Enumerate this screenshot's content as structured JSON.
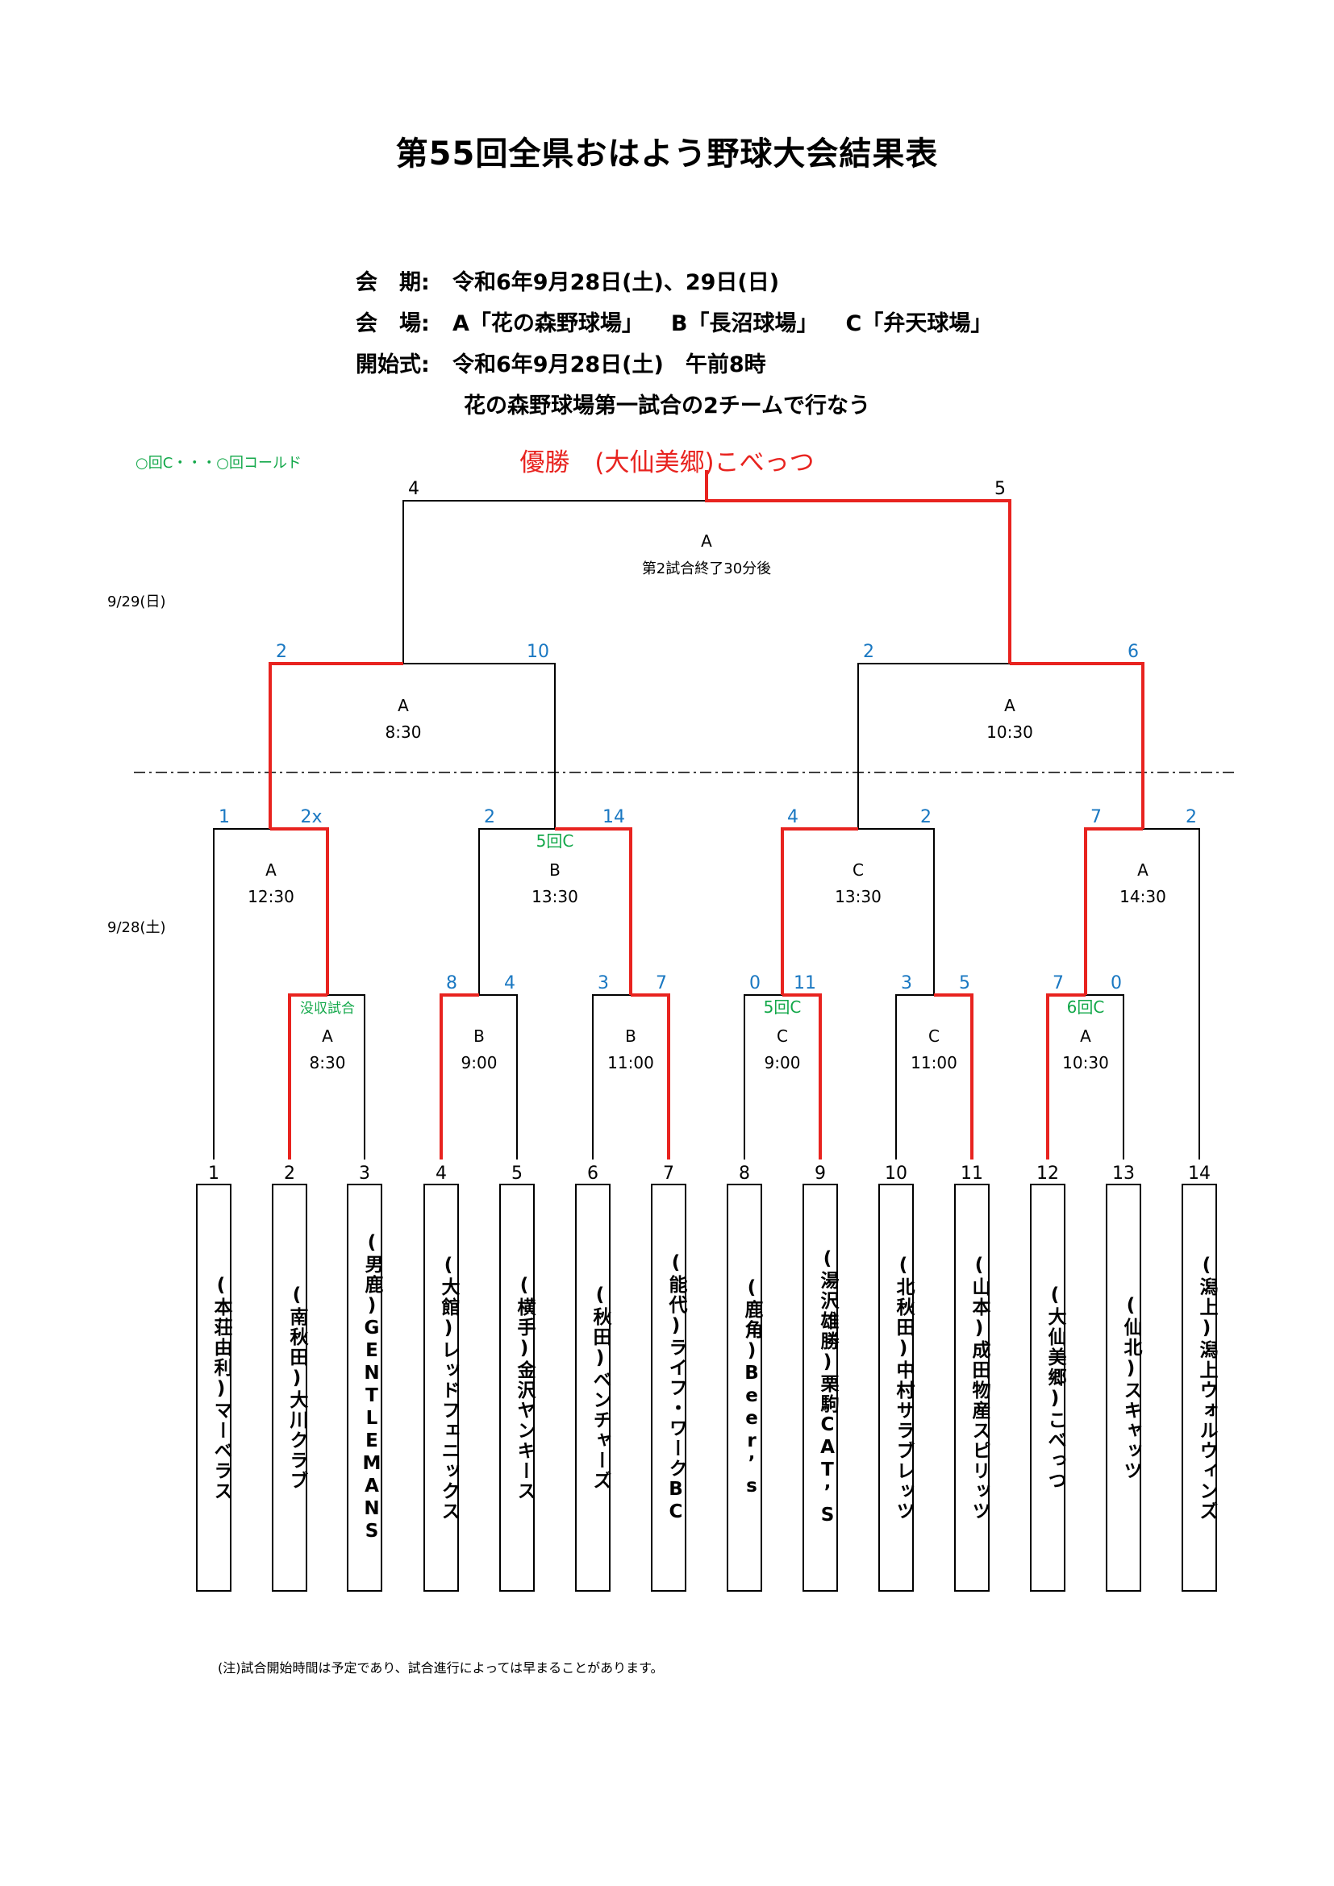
{
  "title": "第55回全県おはよう野球大会結果表",
  "info": {
    "period_label": "会　期:",
    "period_value": "令和6年9月28日(土)、29日(日)",
    "venue_label": "会　場:",
    "venue_a": "A「花の森野球場」",
    "venue_b": "B「長沼球場」",
    "venue_c": "C「弁天球場」",
    "opening_label": "開始式:",
    "opening_value": "令和6年9月28日(土)　午前8時",
    "opening_note": "花の森野球場第一試合の2チームで行なう"
  },
  "legend": "○回C・・・○回コールド",
  "winner": "優勝　(大仙美郷)こべっつ",
  "dates": {
    "day2": "9/29(日)",
    "day1": "9/28(土)"
  },
  "note": "(注)試合開始時間は予定であり、試合進行によっては早まることがあります。",
  "colors": {
    "win": "#e8231f",
    "score": "#1a78c2",
    "called": "#13a84a",
    "line": "#000000"
  },
  "teams": [
    {
      "no": "1",
      "name": "(本荘由利)マーベラス"
    },
    {
      "no": "2",
      "name": "(南秋田)大川クラブ"
    },
    {
      "no": "3",
      "name": "(男鹿)GENTLEMANS"
    },
    {
      "no": "4",
      "name": "(大館)レッドフェニックス"
    },
    {
      "no": "5",
      "name": "(横手)金沢ヤンキース"
    },
    {
      "no": "6",
      "name": "(秋田)ベンチャーズ"
    },
    {
      "no": "7",
      "name": "(能代)ライフ・ワークBC"
    },
    {
      "no": "8",
      "name": "(鹿角)Beer’s"
    },
    {
      "no": "9",
      "name": "(湯沢雄勝)栗駒CAT’S"
    },
    {
      "no": "10",
      "name": "(北秋田)中村サラブレッツ"
    },
    {
      "no": "11",
      "name": "(山本)成田物産スピリッツ"
    },
    {
      "no": "12",
      "name": "(大仙美郷)こべっつ"
    },
    {
      "no": "13",
      "name": "(仙北)スキャッツ"
    },
    {
      "no": "14",
      "name": "(潟上)潟上ウォルウィンズ"
    }
  ],
  "games": {
    "g1": {
      "field": "A",
      "time": "8:30",
      "left_score": "",
      "right_score": "",
      "note": "没収試合"
    },
    "g2": {
      "field": "B",
      "time": "9:00",
      "left_score": "8",
      "right_score": "4",
      "note": ""
    },
    "g3": {
      "field": "B",
      "time": "11:00",
      "left_score": "3",
      "right_score": "7",
      "note": ""
    },
    "g4": {
      "field": "C",
      "time": "9:00",
      "left_score": "0",
      "right_score": "11",
      "note": "5回C"
    },
    "g5": {
      "field": "C",
      "time": "11:00",
      "left_score": "3",
      "right_score": "5",
      "note": ""
    },
    "g6": {
      "field": "A",
      "time": "10:30",
      "left_score": "7",
      "right_score": "0",
      "note": "6回C"
    },
    "r2a": {
      "field": "A",
      "time": "12:30",
      "left_score": "1",
      "right_score": "2x",
      "note": ""
    },
    "r2b": {
      "field": "B",
      "time": "13:30",
      "left_score": "2",
      "right_score": "14",
      "note": "5回C"
    },
    "r2c": {
      "field": "C",
      "time": "13:30",
      "left_score": "4",
      "right_score": "2",
      "note": ""
    },
    "r2d": {
      "field": "A",
      "time": "14:30",
      "left_score": "7",
      "right_score": "2",
      "note": ""
    },
    "sf1": {
      "field": "A",
      "time": "8:30",
      "left_score": "2",
      "right_score": "10",
      "note": ""
    },
    "sf2": {
      "field": "A",
      "time": "10:30",
      "left_score": "2",
      "right_score": "6",
      "note": ""
    },
    "final": {
      "field": "A",
      "time": "第2試合終了30分後",
      "left_score": "4",
      "right_score": "5",
      "note": ""
    }
  }
}
